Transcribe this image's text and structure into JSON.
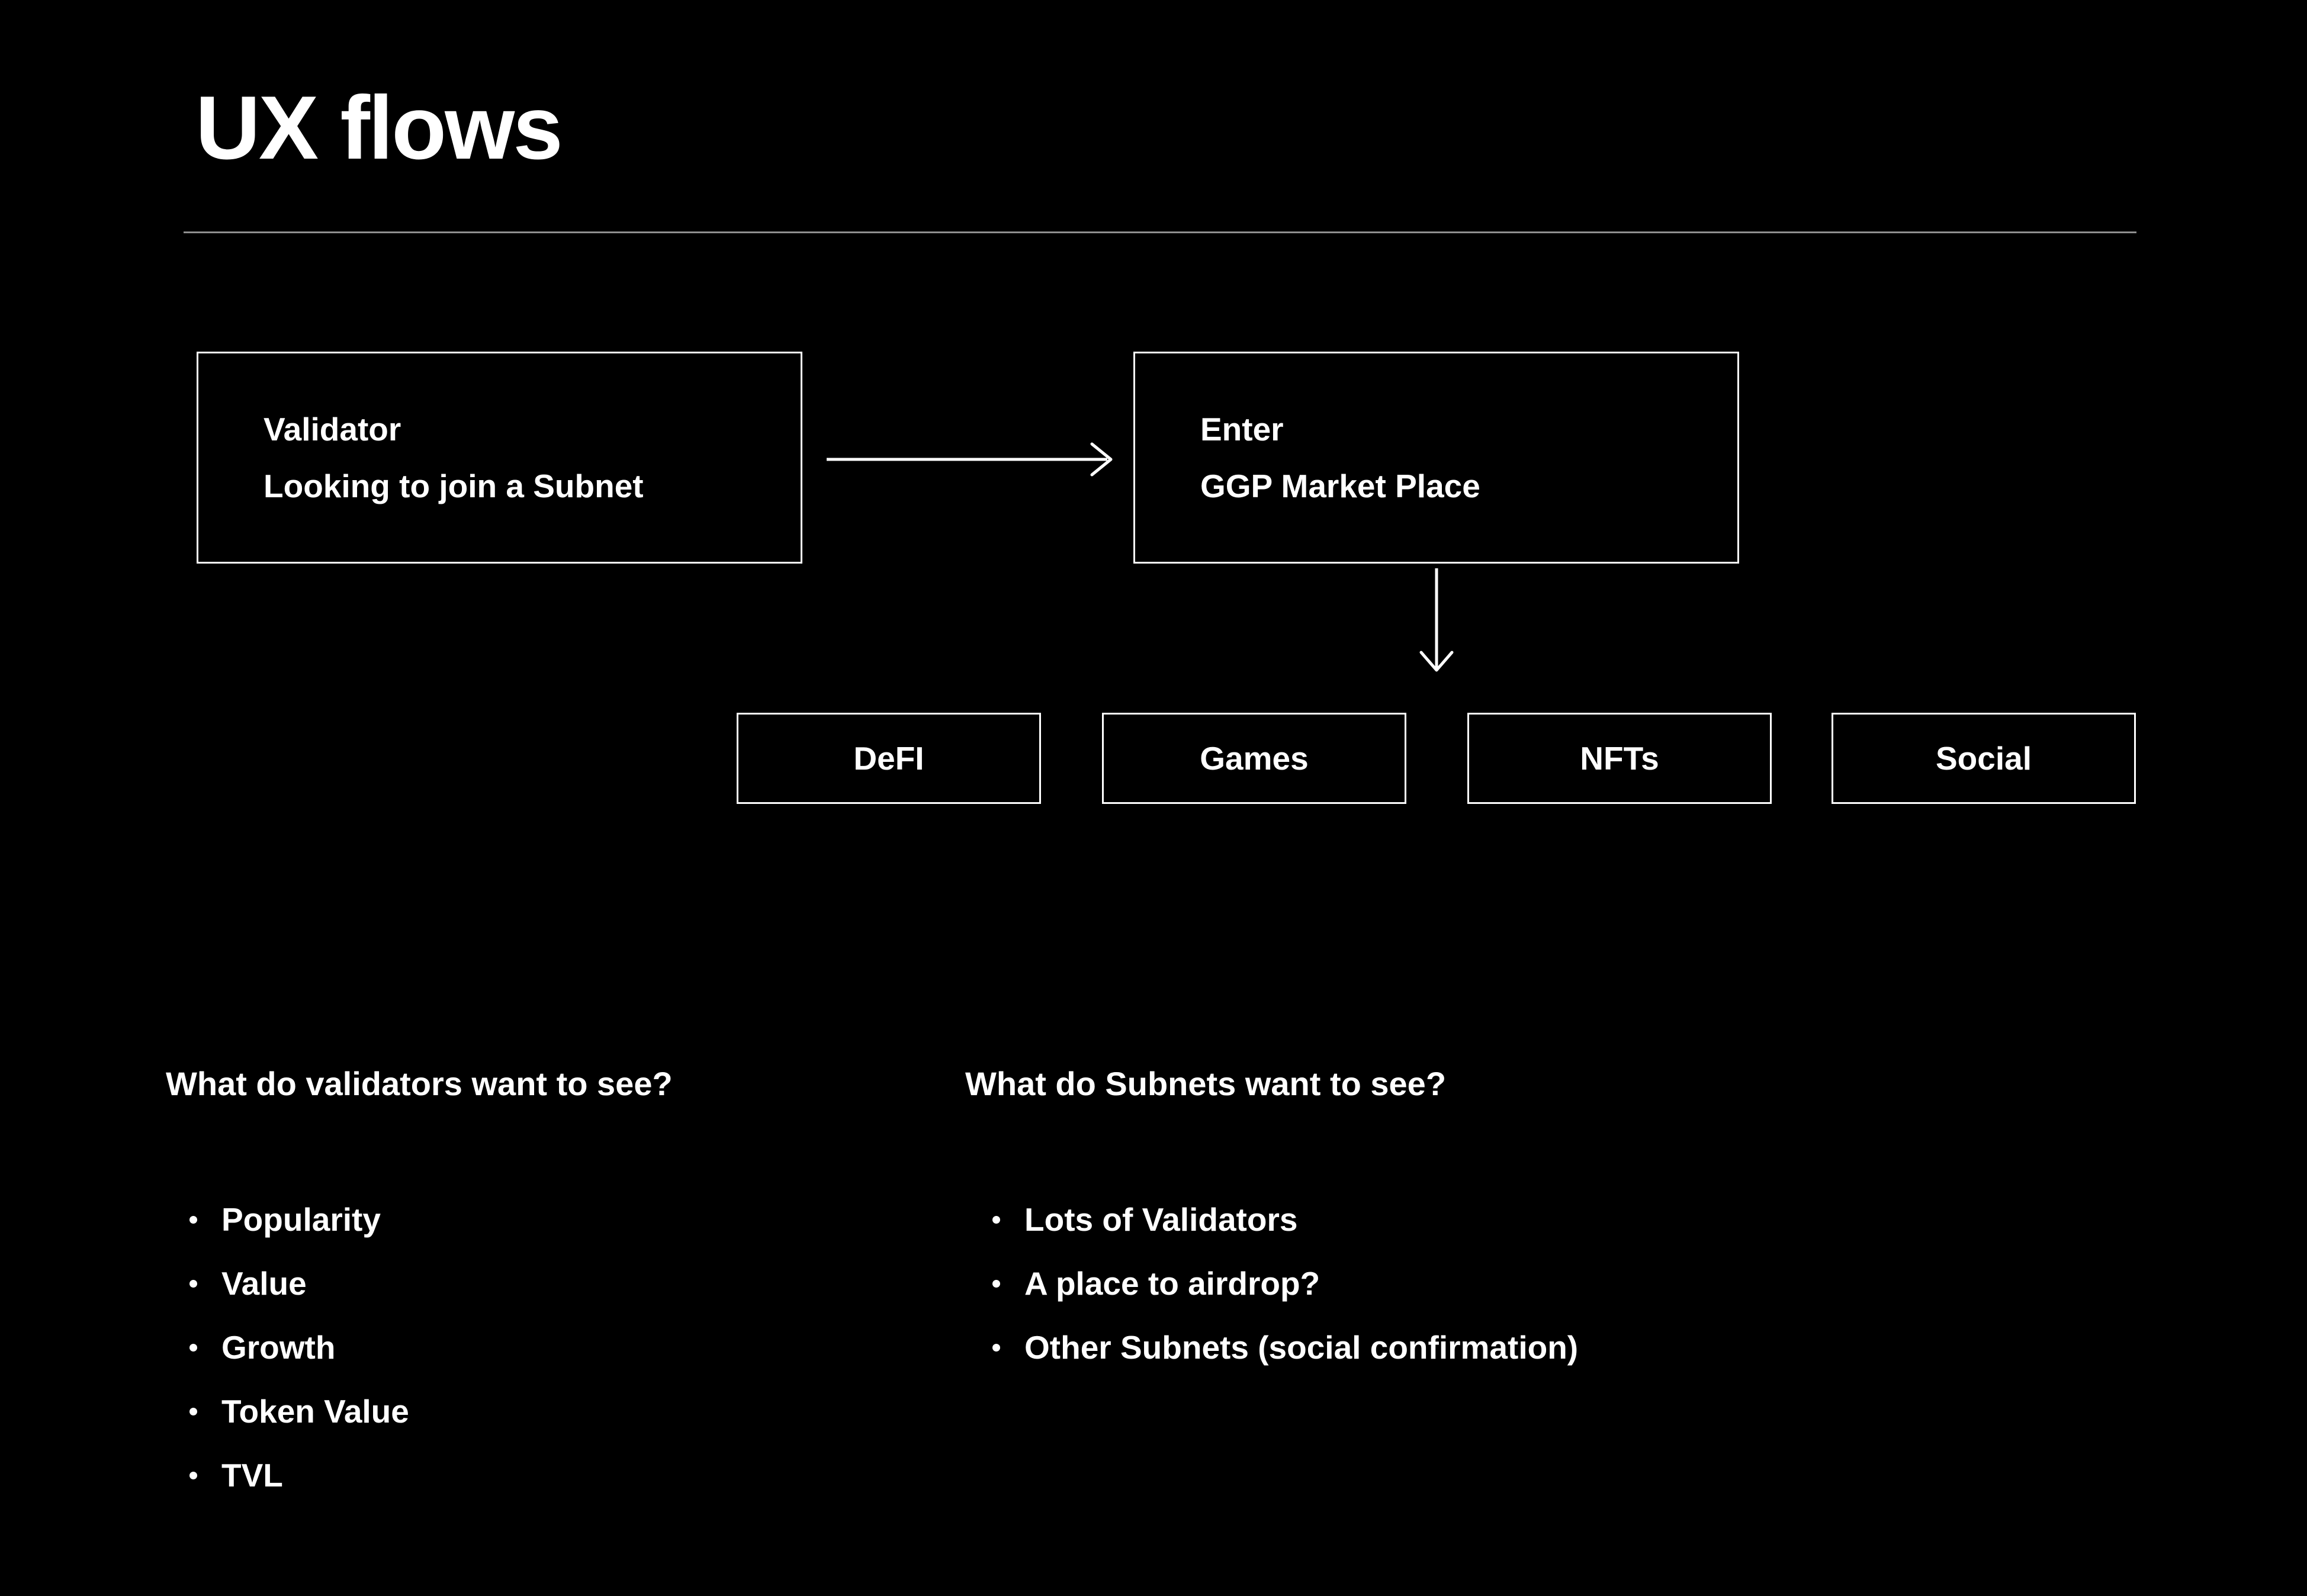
{
  "slide": {
    "title": "UX flows",
    "flow": {
      "box_validator": {
        "line1": "Validator",
        "line2": "Looking to join a Subnet"
      },
      "box_marketplace": {
        "line1": "Enter",
        "line2": "GGP Market Place"
      },
      "categories": [
        "DeFI",
        "Games",
        "NFTs",
        "Social"
      ]
    },
    "lists": {
      "validators": {
        "heading": "What do validators want to see?",
        "items": [
          "Popularity",
          "Value",
          "Growth",
          "Token Value",
          "TVL"
        ]
      },
      "subnets": {
        "heading": "What do Subnets want to see?",
        "items": [
          "Lots of Validators",
          "A place to airdrop?",
          "Other Subnets (social confirmation)"
        ]
      }
    },
    "icons": {
      "arrow_right": "arrow-right-icon",
      "arrow_down": "arrow-down-icon"
    },
    "colors": {
      "background": "#000000",
      "text": "#ffffff",
      "box_border": "#ffffff",
      "divider": "#8f8f8f"
    }
  }
}
